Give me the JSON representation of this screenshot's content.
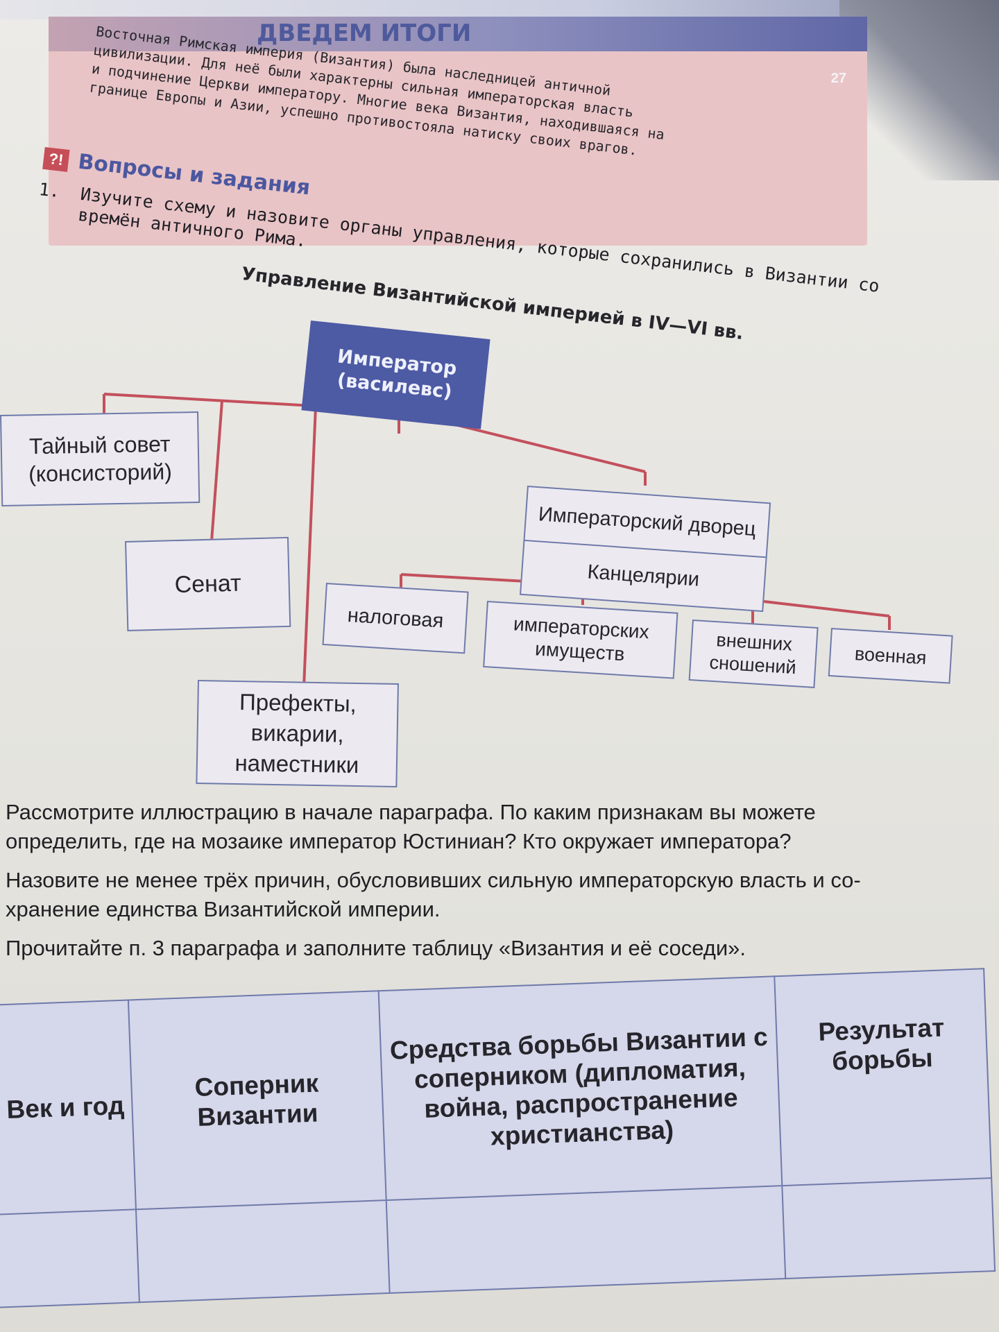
{
  "summary": {
    "title": "ДВЕДЕМ ИТОГИ",
    "page_number": "27",
    "lines": [
      "Восточная Римская империя (Византия) была наследницей античной",
      "цивилизации. Для неё были характерны сильная императорская власть",
      "и подчинение Церкви императору. Многие века Византия, находившаяся на",
      "границе Европы и Азии, успешно противостояла натиску своих врагов."
    ]
  },
  "questions": {
    "icon": "?!",
    "title": "Вопросы и задания",
    "task1": {
      "number": "1.",
      "lines": [
        "Изучите схему и назовите органы управления, которые сохранились в Византии со",
        "времён античного Рима."
      ]
    }
  },
  "diagram": {
    "title": "Управление Византийской империей в IV—VI вв.",
    "emperor": [
      "Император",
      "(василевс)"
    ],
    "privy_council": [
      "Тайный совет",
      "(консисторий)"
    ],
    "senate": "Сенат",
    "prefects": [
      "Префекты,",
      "викарии,",
      "наместники"
    ],
    "palace": "Императорский дворец",
    "chancellery": "Канцелярии",
    "departments": [
      "налоговая",
      "императорских имуществ",
      "внешних сношений",
      "военная"
    ],
    "link_color": "#c3505c",
    "emperor_color": "#4d5aa4"
  },
  "tasks": [
    "Рассмотрите иллюстрацию в начале параграфа. По каким признакам вы можете",
    "определить, где на мозаике император Юстиниан? Кто окружает императора?",
    "Назовите не менее трёх причин, обусловивших сильную императорскую власть и со-",
    "хранение единства Византийской империи.",
    "Прочитайте п. 3 параграфа и заполните таблицу «Византия и её соседи»."
  ],
  "table": {
    "headers": [
      "Век и год",
      "Соперник Византии",
      "Средства борьбы Византии с соперником (дипломатия, война, распространение христианства)",
      "Результат борьбы"
    ]
  }
}
